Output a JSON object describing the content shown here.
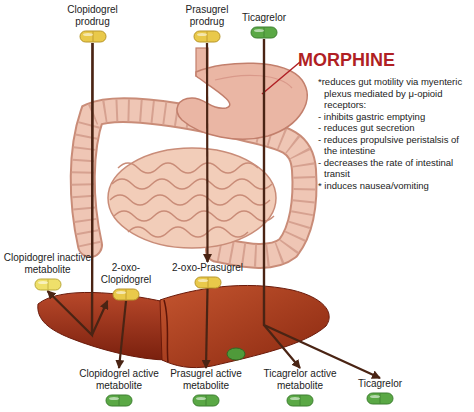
{
  "diagram": {
    "nodes": [
      {
        "text": [
          "Clopidogrel prodrug"
        ]
      },
      {
        "text": [
          "Prasugrel prodrug"
        ]
      },
      {
        "text": [
          "Ticagrelor"
        ]
      },
      {
        "text": [
          "Clopidogrel inactive metabolite"
        ]
      },
      {
        "text": [
          "2-oxo-Clopidogrel"
        ]
      },
      {
        "text": [
          "2-oxo-Prasugrel"
        ]
      },
      {
        "text": [
          "Clopidogrel active metabolite"
        ]
      },
      {
        "text": [
          "Prasugrel active metabolite"
        ]
      },
      {
        "text": [
          "Ticagrelor active metabolite"
        ]
      },
      {
        "text": [
          "Ticagrelor"
        ]
      }
    ],
    "edges": [
      {
        "from": 0,
        "to": 3,
        "arrow": "to"
      },
      {
        "from": 0,
        "to": 4,
        "arrow": "to"
      },
      {
        "from": 4,
        "to": 6,
        "arrow": "to"
      },
      {
        "from": 1,
        "to": 5,
        "arrow": "to"
      },
      {
        "from": 5,
        "to": 7,
        "arrow": "to"
      },
      {
        "from": 2,
        "to": 8,
        "arrow": "to"
      },
      {
        "from": 2,
        "to": 9,
        "arrow": "to"
      }
    ],
    "labels": [
      "MORPHINE",
      "*reduces gut motility via myenteric plexus mediated by μ-opioid receptors:",
      "- inhibits gastric emptying",
      "- reduces gut secretion",
      "- reduces propulsive peristalsis of the intestine",
      "- decreases the rate of intestinal transit",
      "* induces nausea/vomiting"
    ]
  }
}
